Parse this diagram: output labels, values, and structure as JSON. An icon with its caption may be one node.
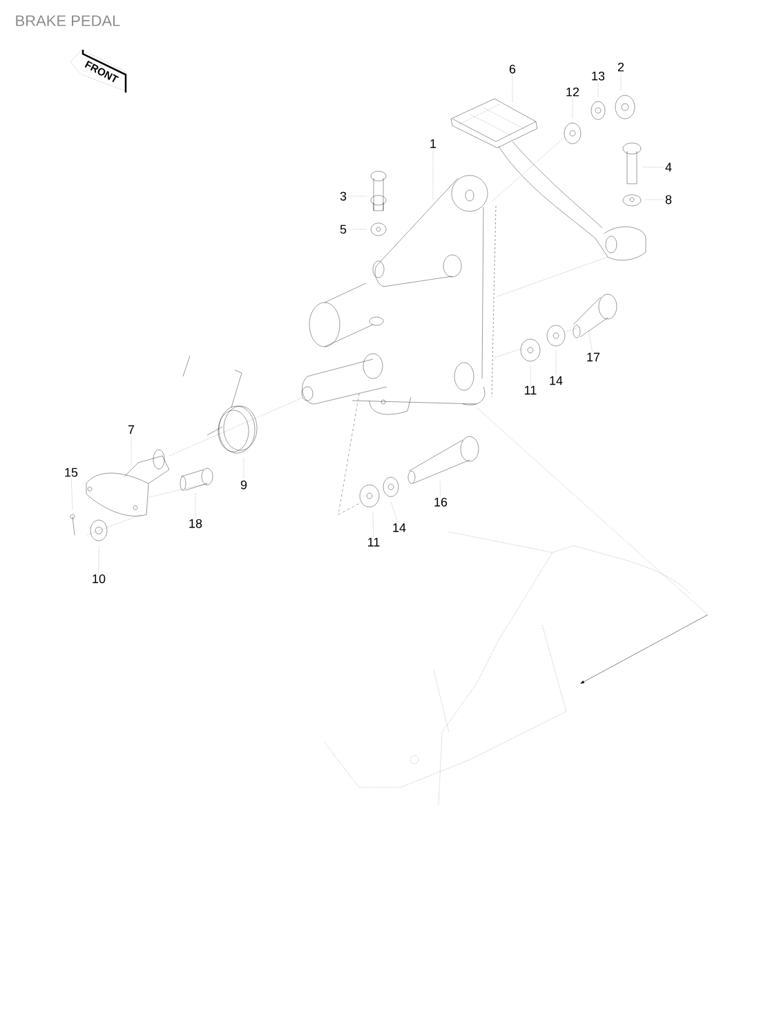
{
  "diagram": {
    "title": "BRAKE PEDAL",
    "nodes": [
      {
        "text": [
          "6"
        ]
      },
      {
        "text": [
          "2"
        ]
      },
      {
        "text": [
          "13"
        ]
      },
      {
        "text": [
          "12"
        ]
      },
      {
        "text": [
          "1"
        ]
      },
      {
        "text": [
          "4"
        ]
      },
      {
        "text": [
          "3"
        ]
      },
      {
        "text": [
          "8"
        ]
      },
      {
        "text": [
          "5"
        ]
      },
      {
        "text": [
          "17"
        ]
      },
      {
        "text": [
          "11"
        ]
      },
      {
        "text": [
          "14"
        ]
      },
      {
        "text": [
          "7"
        ]
      },
      {
        "text": [
          "15"
        ]
      },
      {
        "text": [
          "9"
        ]
      },
      {
        "text": [
          "16"
        ]
      },
      {
        "text": [
          "18"
        ]
      },
      {
        "text": [
          "14"
        ]
      },
      {
        "text": [
          "11"
        ]
      },
      {
        "text": [
          "10"
        ]
      }
    ],
    "edges": [
      {
        "from": 0,
        "to": null,
        "arrow": "none"
      },
      {
        "from": 1,
        "to": null,
        "arrow": "none"
      },
      {
        "from": 2,
        "to": null,
        "arrow": "none"
      },
      {
        "from": 3,
        "to": null,
        "arrow": "none"
      },
      {
        "from": 4,
        "to": null,
        "arrow": "none"
      },
      {
        "from": 5,
        "to": null,
        "arrow": "none"
      },
      {
        "from": 6,
        "to": null,
        "arrow": "none"
      },
      {
        "from": 7,
        "to": null,
        "arrow": "none"
      },
      {
        "from": 8,
        "to": null,
        "arrow": "none"
      },
      {
        "from": 9,
        "to": null,
        "arrow": "none"
      },
      {
        "from": 10,
        "to": null,
        "arrow": "none"
      },
      {
        "from": 11,
        "to": null,
        "arrow": "none"
      },
      {
        "from": 12,
        "to": null,
        "arrow": "none"
      },
      {
        "from": 13,
        "to": null,
        "arrow": "none"
      },
      {
        "from": 14,
        "to": null,
        "arrow": "none"
      },
      {
        "from": 15,
        "to": null,
        "arrow": "none"
      },
      {
        "from": 16,
        "to": null,
        "arrow": "none"
      },
      {
        "from": 17,
        "to": null,
        "arrow": "none"
      },
      {
        "from": 18,
        "to": null,
        "arrow": "none"
      },
      {
        "from": 19,
        "to": null,
        "arrow": "none"
      }
    ],
    "labels": [
      "FRONT"
    ]
  }
}
